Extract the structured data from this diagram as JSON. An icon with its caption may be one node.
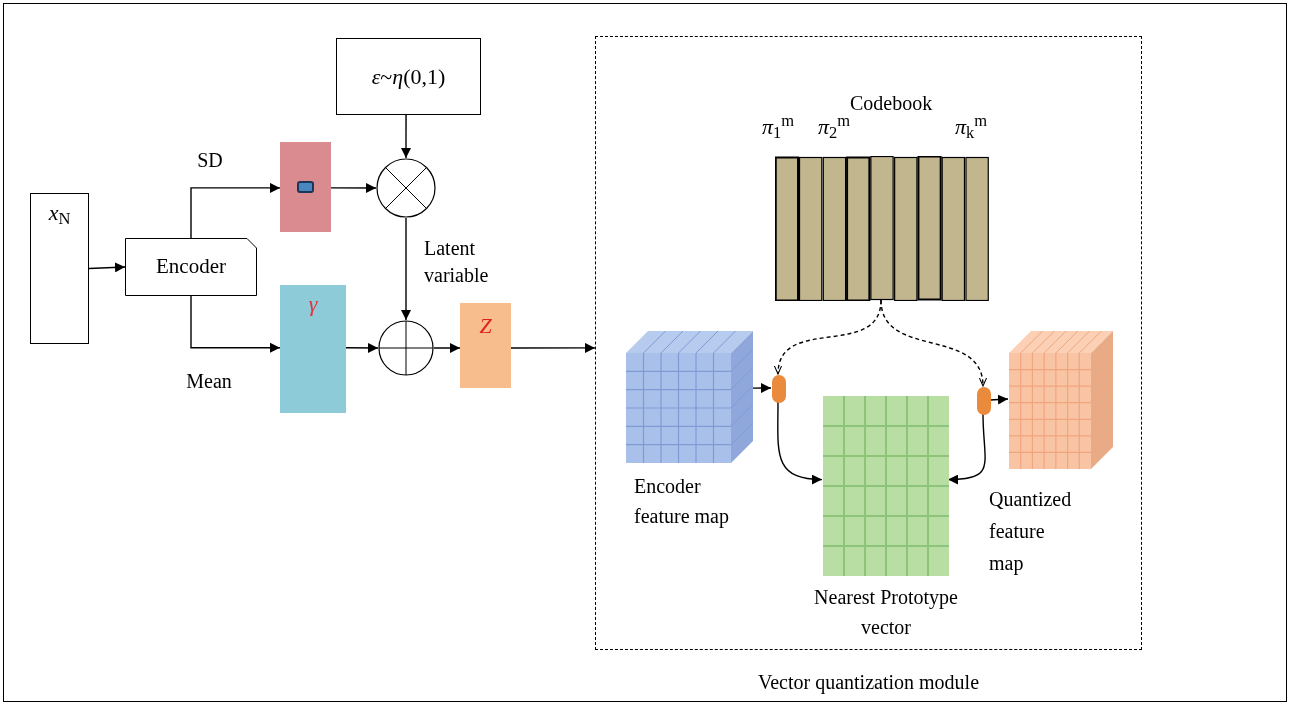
{
  "diagram": {
    "nodes": [
      {
        "text": [
          "*x*$_{N}$"
        ]
      },
      {
        "text": [
          "Encoder"
        ]
      },
      {
        "text": [
          "*ε*~*η*(0,1)"
        ]
      },
      {
        "text": [],
        "shape": "box"
      },
      {
        "text": [],
        "shape": "circle"
      },
      {
        "text": [
          "γ"
        ]
      },
      {
        "text": [],
        "shape": "circle"
      },
      {
        "text": [
          "Z"
        ],
        "beside": [
          "Latent variable"
        ]
      },
      {
        "text": [
          "Vector quantization module"
        ]
      },
      {
        "text": [
          "Codebook"
        ],
        "in": 8
      },
      {
        "text": [
          "Encoder feature map"
        ],
        "in": 8
      },
      {
        "text": [],
        "shape": "circle",
        "in": 8
      },
      {
        "text": [
          "Nearest Prototype vector"
        ],
        "in": 8
      },
      {
        "text": [],
        "shape": "circle",
        "in": 8
      },
      {
        "text": [
          "Quantized feature map"
        ],
        "in": 8
      }
    ],
    "edges": [
      {
        "from": 0,
        "to": 1,
        "arrow": "to"
      },
      {
        "from": 1,
        "to": 3,
        "arrow": "to",
        "label": "SD"
      },
      {
        "from": 1,
        "to": 5,
        "arrow": "to",
        "label": "Mean"
      },
      {
        "from": 3,
        "to": 4,
        "arrow": "to"
      },
      {
        "from": 2,
        "to": 4,
        "arrow": "to"
      },
      {
        "from": 4,
        "to": 6,
        "arrow": "to"
      },
      {
        "from": 5,
        "to": 6,
        "arrow": "to"
      },
      {
        "from": 6,
        "to": 7,
        "arrow": "to"
      },
      {
        "from": 7,
        "to": 8,
        "arrow": "to"
      },
      {
        "from": 9,
        "to": 11,
        "arrow": "to",
        "style": "dashed"
      },
      {
        "from": 9,
        "to": 13,
        "arrow": "to",
        "style": "dashed"
      },
      {
        "from": 10,
        "to": 11,
        "arrow": "to"
      },
      {
        "from": 11,
        "to": 12,
        "arrow": "to"
      },
      {
        "from": 13,
        "to": 14,
        "arrow": "to"
      },
      {
        "from": 13,
        "to": 12,
        "arrow": "to"
      }
    ],
    "labels": [
      "*π*$_{1}$$^{m}$",
      "*π*$_{2}$$^{m}$",
      "*π*$_{k}$$^{m}$"
    ]
  }
}
